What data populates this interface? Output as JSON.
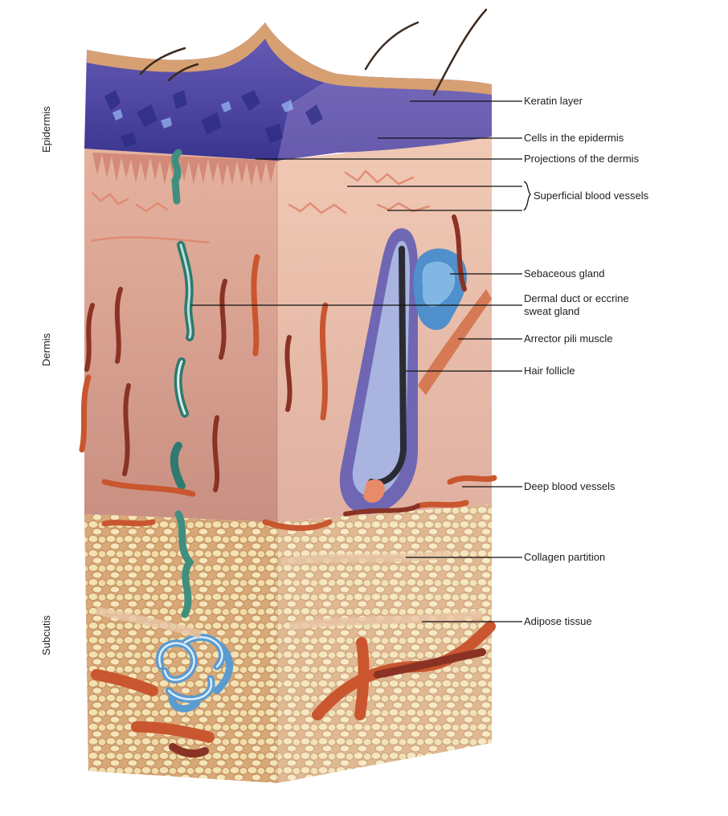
{
  "layer_labels": {
    "epidermis": "Epidermis",
    "dermis": "Dermis",
    "subcutis": "Subcutis"
  },
  "callouts": {
    "keratin_layer": "Keratin layer",
    "cells_in_epidermis": "Cells in the epidermis",
    "projections_of_dermis": "Projections of the dermis",
    "superficial_blood_vessels": "Superficial blood vessels",
    "sebaceous_gland": "Sebaceous gland",
    "dermal_duct": "Dermal duct or eccrine\nsweat gland",
    "arrector_pili_muscle": "Arrector pili muscle",
    "hair_follicle": "Hair follicle",
    "deep_blood_vessels": "Deep blood vessels",
    "collagen_partition": "Collagen partition",
    "adipose_tissue": "Adipose tissue"
  },
  "colors": {
    "epidermis": "#5a4fa8",
    "epidermis_dark": "#2f2a78",
    "keratin": "#d9a673",
    "dermis": "#d9a08d",
    "dermis_side": "#e8bca8",
    "vessel_red": "#c9562f",
    "vessel_dark": "#8a3324",
    "gland_blue": "#5a9bd0",
    "duct_teal": "#3f8f7f",
    "fat": "#f0dca8",
    "fat_edge": "#c99868",
    "follicle": "#6f67b3"
  }
}
